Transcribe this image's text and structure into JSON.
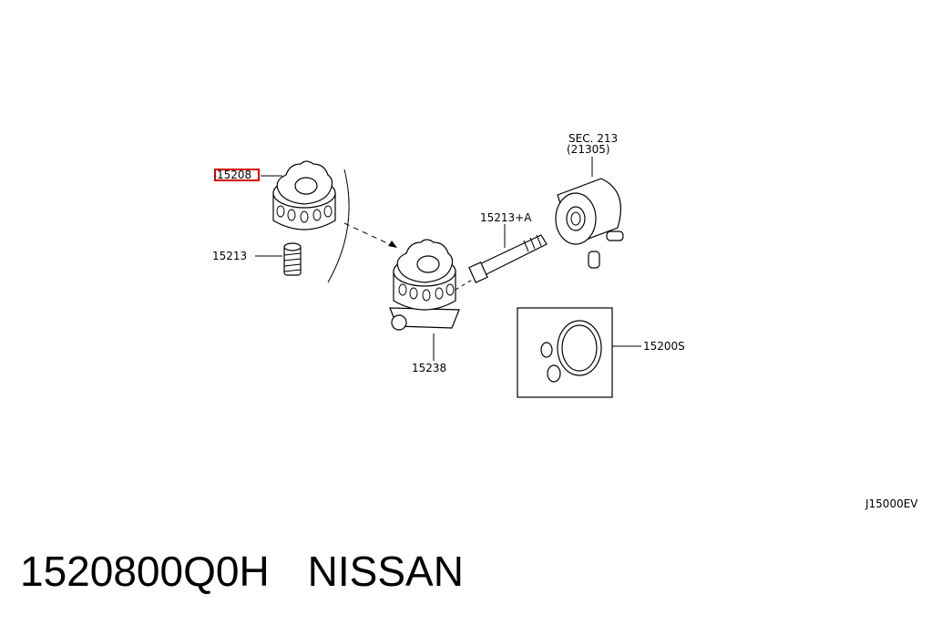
{
  "labels": {
    "highlighted_part": "15208",
    "drain_bolt": "15213",
    "connector": "15213+A",
    "section_ref": "SEC. 213",
    "section_sub": "(21305)",
    "filter_bracket": "15238",
    "kit": "15200S",
    "diagram_code": "J15000EV"
  },
  "caption": {
    "part_number": "1520800Q0H",
    "brand": "NISSAN"
  },
  "colors": {
    "highlight": "#d40000",
    "ink": "#000000",
    "background": "#ffffff"
  }
}
